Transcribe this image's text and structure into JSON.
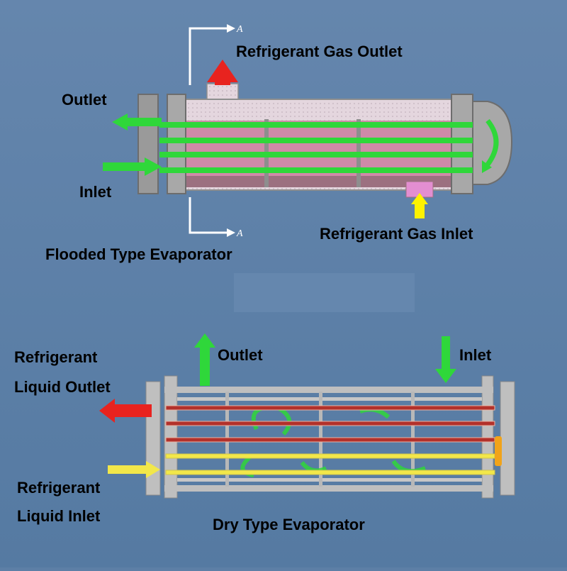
{
  "flooded": {
    "title": "Flooded Type Evaporator",
    "gas_outlet_label": "Refrigerant Gas Outlet",
    "gas_inlet_label": "Refrigerant Gas Inlet",
    "water_outlet_label": "Outlet",
    "water_inlet_label": "Inlet",
    "section_mark": "A",
    "colors": {
      "shell": "#d7c7d2",
      "liquid": "#d58aa8",
      "tube": "#2fd73a",
      "gas_arrow": "#e8231f",
      "inlet_arrow": "#fff200"
    }
  },
  "dry": {
    "title": "Dry Type Evaporator",
    "liquid_outlet_label_line1": "Refrigerant",
    "liquid_outlet_label_line2": "Liquid Outlet",
    "liquid_inlet_label_line1": "Refrigerant",
    "liquid_inlet_label_line2": "Liquid Inlet",
    "water_outlet_label": "Outlet",
    "water_inlet_label": "Inlet",
    "colors": {
      "frame": "#bfbfbf",
      "hot_tube": "#b2312b",
      "cold_tube": "#f2e74a",
      "flow": "#2fd73a",
      "outlet_arrow": "#e8231f"
    }
  }
}
